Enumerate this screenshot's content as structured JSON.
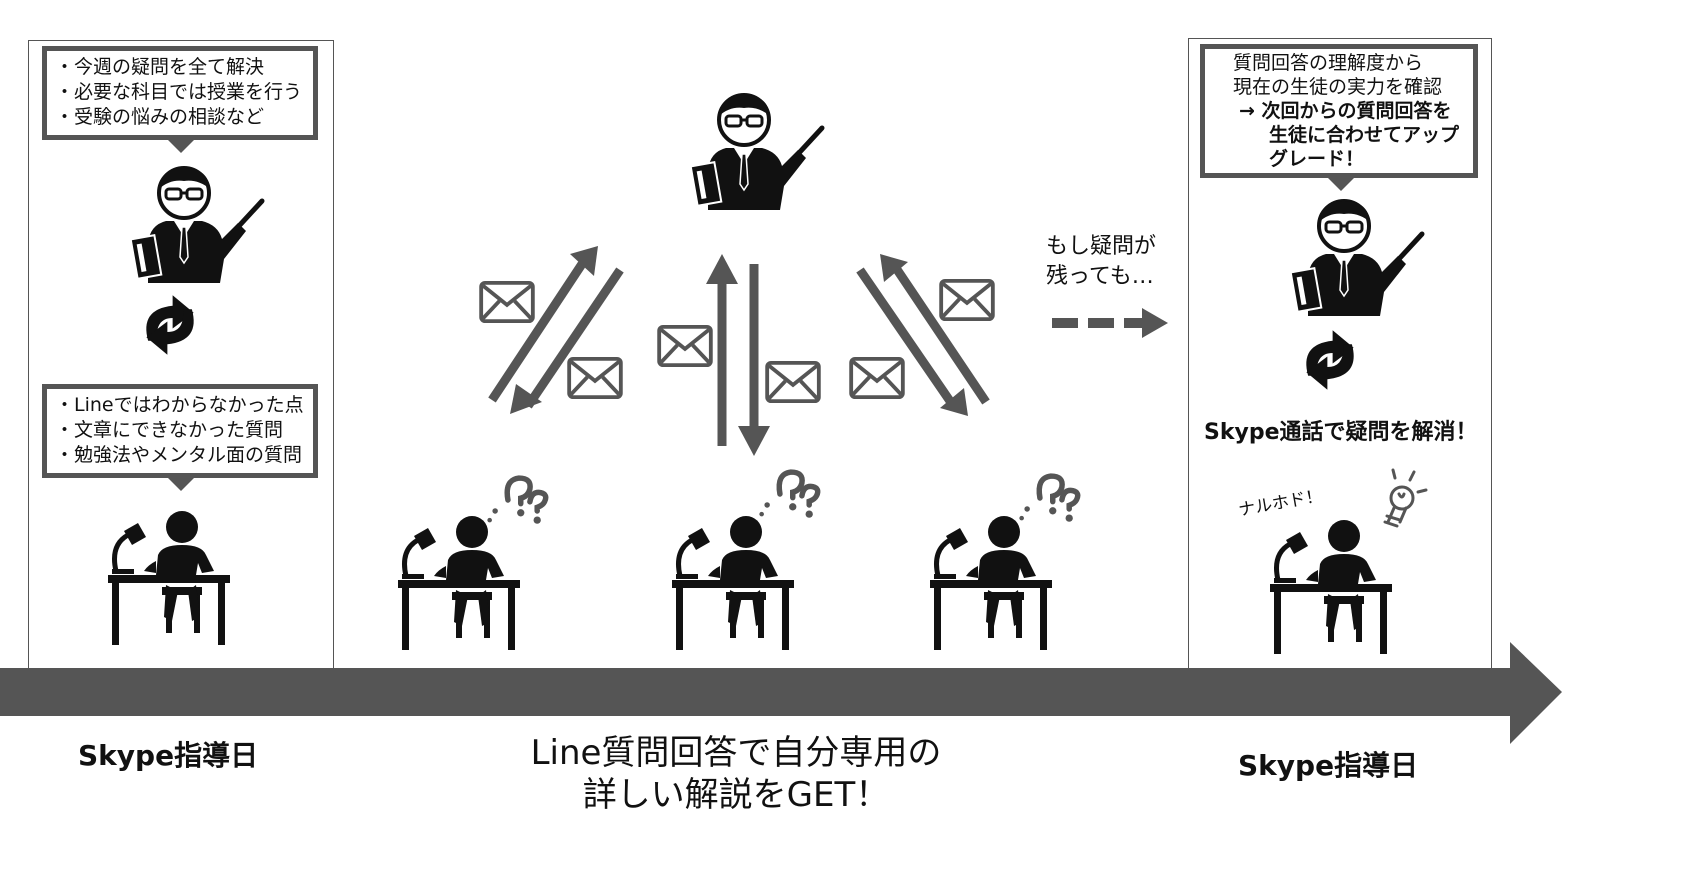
{
  "left_panel": {
    "teacher_bubble": [
      "・今週の疑問を全て解決",
      "・必要な科目では授業を行う",
      "・受験の悩みの相談など"
    ],
    "student_bubble": [
      "・Lineではわからなかった点",
      "・文章にできなかった質問",
      "・勉強法やメンタル面の質問"
    ],
    "day_label": "Skype指導日"
  },
  "middle": {
    "caption_lines": [
      "Line質問回答で自分専用の",
      "詳しい解説をGET！"
    ]
  },
  "transition_note": [
    "もし疑問が",
    "残っても…"
  ],
  "right_panel": {
    "teacher_bubble": [
      "質問回答の理解度から",
      "現在の生徒の実力を確認",
      "→ 次回からの質問回答を",
      "生徒に合わせてアップ",
      "グレード！"
    ],
    "resolve_text": "Skype通話で疑問を解消！",
    "exclaim": "ナルホド！",
    "day_label": "Skype指導日"
  },
  "icons": [
    "teacher-icon",
    "student-desk-icon",
    "envelope-icon",
    "question-marks-icon",
    "cycle-arrows-icon",
    "lightbulb-icon",
    "timeline-arrow-icon"
  ]
}
